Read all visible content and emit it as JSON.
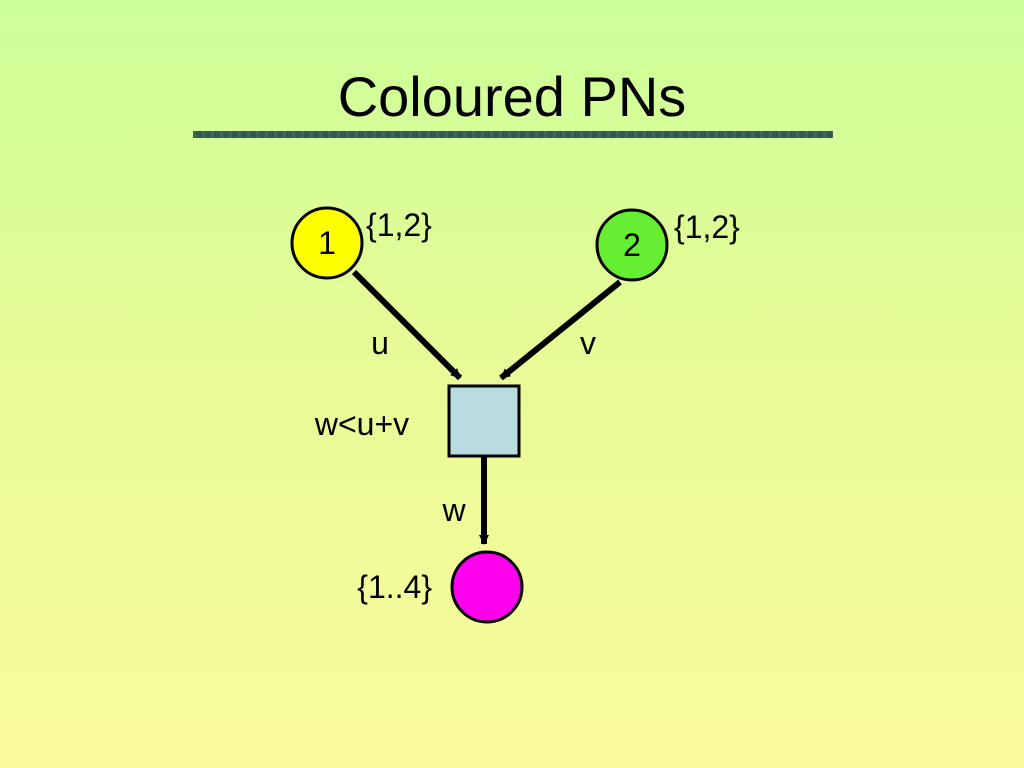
{
  "title": "Coloured PNs",
  "colors": {
    "place1": "#ffff00",
    "place2": "#66ee33",
    "place_out": "#ff00ee",
    "transition": "#b8dce0",
    "title_rule": "#2f5a4e"
  },
  "diagram": {
    "place1": {
      "label": "1",
      "colour_set": "{1,2}"
    },
    "place2": {
      "label": "2",
      "colour_set": "{1,2}"
    },
    "place_out": {
      "colour_set": "{1..4}"
    },
    "transition": {
      "guard": "w<u+v"
    },
    "arcs": {
      "in_left": "u",
      "in_right": "v",
      "out": "w"
    }
  }
}
